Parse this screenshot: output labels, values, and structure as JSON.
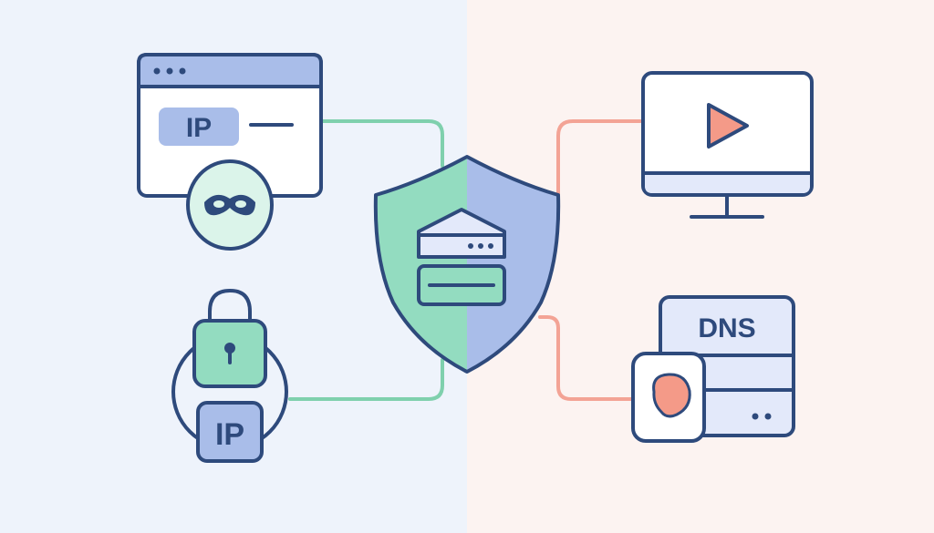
{
  "colors": {
    "outline": "#2e4a7c",
    "blue_fill": "#a9bde9",
    "blue_light": "#e3e9fa",
    "green_fill": "#93dcc0",
    "green_light": "#dbf4ea",
    "green_line": "#7fd0ad",
    "coral_line": "#f3a395",
    "coral_fill": "#f49a88",
    "bg_left": "#eef3fb",
    "bg_right": "#fcf3f1"
  },
  "labels": {
    "browser_ip": "IP",
    "lock_ip": "IP",
    "dns": "DNS"
  },
  "icons": {
    "browser": "browser-window-icon",
    "mask": "incognito-mask-icon",
    "lock": "padlock-icon",
    "shield": "vpn-shield-icon",
    "server": "server-icon",
    "monitor": "monitor-icon",
    "play": "play-icon",
    "dns_server": "dns-server-icon",
    "blob": "blocked-blob-icon"
  }
}
